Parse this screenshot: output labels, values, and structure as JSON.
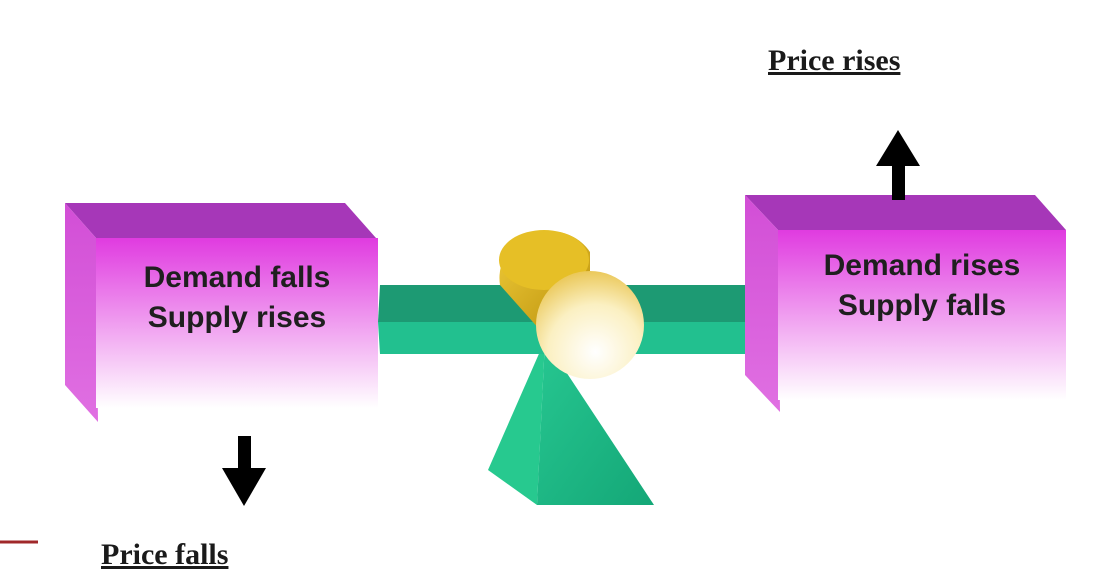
{
  "top_right_label": "Price rises",
  "bottom_left_label": "Price falls",
  "left_box": {
    "line1": "Demand falls",
    "line2": "Supply rises"
  },
  "right_box": {
    "line1": "Demand rises",
    "line2": "Supply falls"
  },
  "colors": {
    "box_front_top": "#e03be0",
    "box_front_bottom": "#ffffff",
    "box_side": "#c94ad0",
    "box_top": "#a637b8",
    "beam_top": "#1d9a73",
    "beam_front": "#22c08f",
    "fulcrum_light": "#31d6a0",
    "fulcrum_dark": "#16a87a",
    "cylinder_body": "#d8ad12",
    "cylinder_face": "#ffffff",
    "arrow": "#000000",
    "edge_accent": "#a0282a"
  }
}
